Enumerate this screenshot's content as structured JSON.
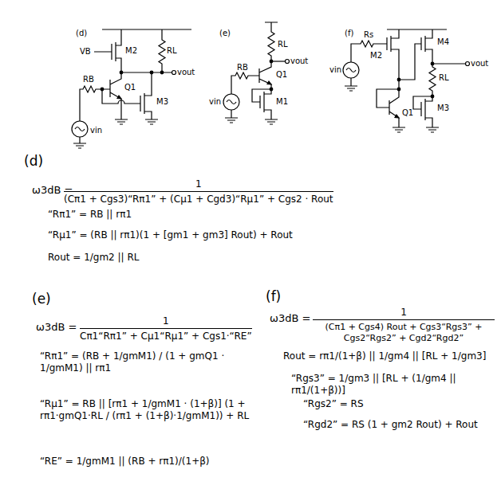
{
  "diagram": {
    "labels": [
      "(d)",
      "VB",
      "M2",
      "RL",
      "vout",
      "RB",
      "Q1",
      "M3",
      "vin",
      "(e)",
      "RL",
      "vout",
      "RB",
      "Q1",
      "vin",
      "M1",
      "(f)",
      "Rs",
      "M2",
      "M4",
      "vout",
      "vin",
      "RL",
      "Q1",
      "M3",
      "(d)",
      "ω3dB =",
      "1",
      "(Cπ1 + Cgs3)“Rπ1” + (Cμ1 + Cgd3)“Rμ1” + Cgs2 · Rout",
      "“Rπ1” = RB || rπ1",
      "“Rμ1” = (RB || rπ1)(1 + [gm1 + gm3] Rout) + Rout",
      "Rout = 1/gm2 || RL",
      "(e)",
      "ω3dB =",
      "1",
      "Cπ1“Rπ1” + Cμ1“Rμ1” + Cgs1·“RE”",
      "“Rπ1” = (RB + 1/gmM1) / (1 + gmQ1 · 1/gmM1) || rπ1",
      "“Rμ1” = RB || [rπ1 + 1/gmM1 · (1+β)] (1 + rπ1·gmQ1·RL / (rπ1 + (1+β)·1/gmM1)) + RL",
      "“RE” = 1/gmM1 || (RB + rπ1)/(1+β)",
      "(f)",
      "ω3dB =",
      "1",
      "(Cπ1 + Cgs4) Rout + Cgs3“Rgs3” + Cgs2“Rgs2” + Cgd2“Rgd2”",
      "Rout = rπ1/(1+β) || 1/gm4 || [RL + 1/gm3]",
      "“Rgs3” = 1/gm3 || [RL + (1/gm4 || rπ1/(1+β))]",
      "“Rgs2” = RS",
      "“Rgd2” = RS (1 + gm2 Rout) + Rout"
    ]
  }
}
